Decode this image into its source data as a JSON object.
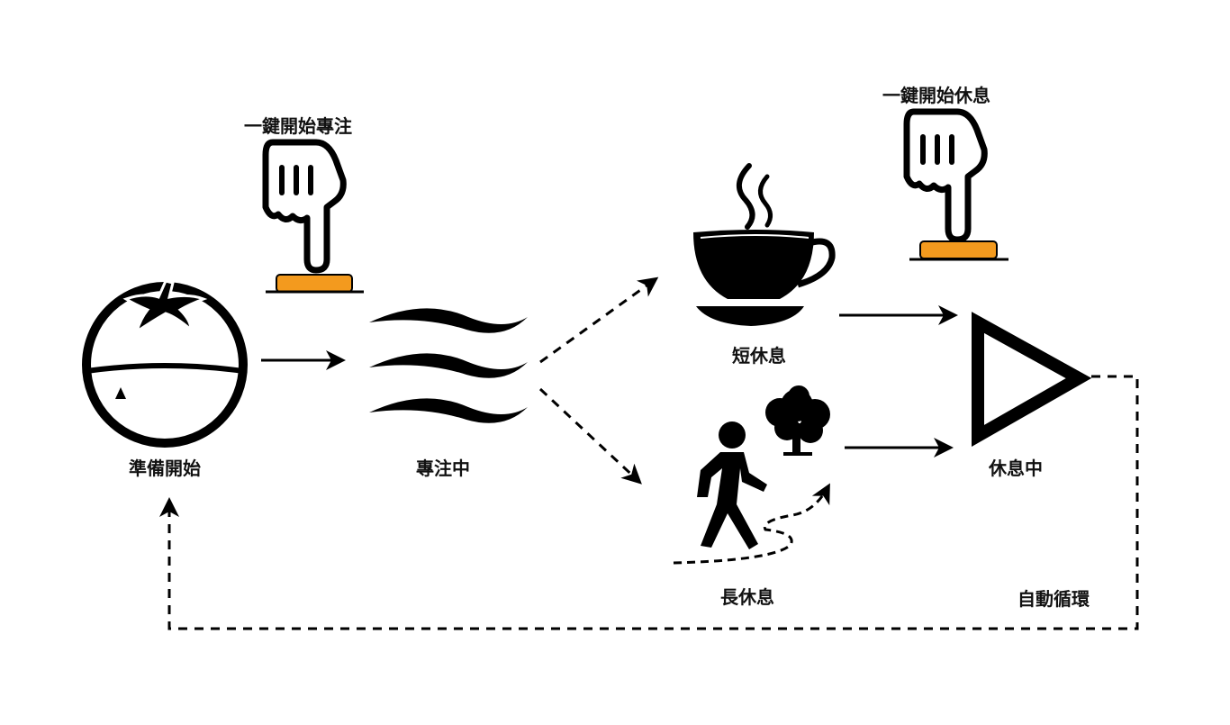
{
  "colors": {
    "stroke": "#000000",
    "button": "#F39A1E",
    "background": "#FFFFFF"
  },
  "labels": {
    "focus_button": "一鍵開始專注",
    "break_button": "一鍵開始休息",
    "ready": "準備開始",
    "focusing": "專注中",
    "short_break": "短休息",
    "long_break": "長休息",
    "resting": "休息中",
    "auto_loop": "自動循環"
  },
  "icons": [
    "pointing-hand-icon",
    "push-button-icon",
    "tomato-timer-icon",
    "waves-icon",
    "coffee-cup-icon",
    "walking-person-icon",
    "tree-icon",
    "play-triangle-icon"
  ]
}
